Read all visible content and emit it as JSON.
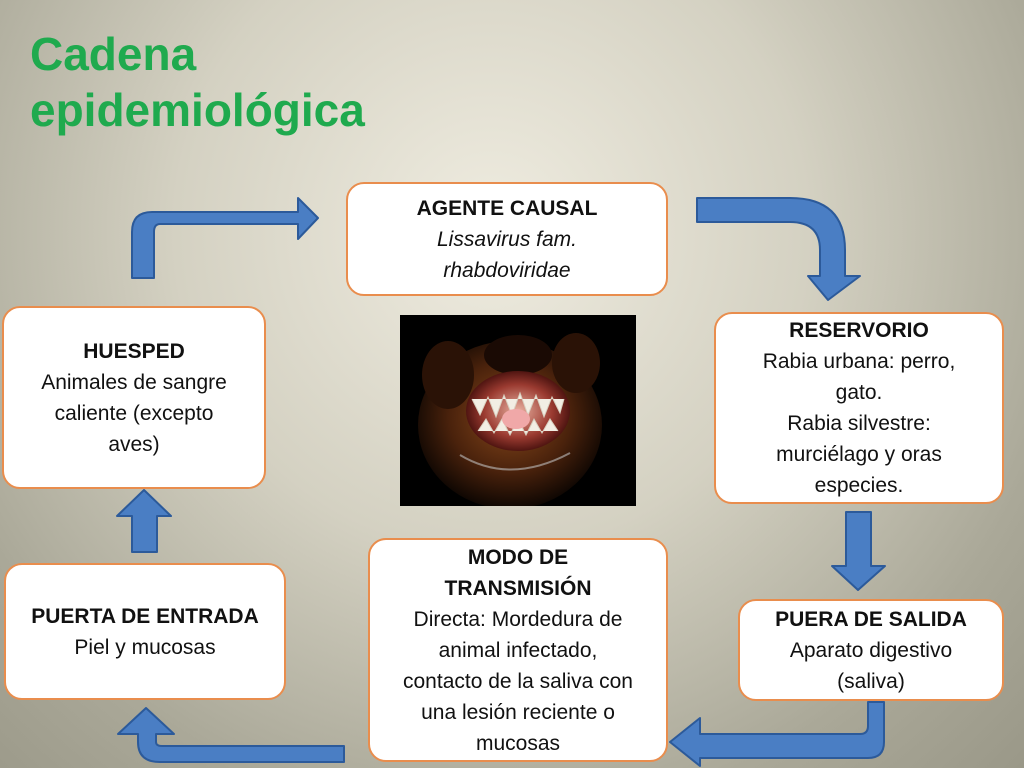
{
  "title": {
    "line1": "Cadena",
    "line2": "epidemiológica"
  },
  "nodes": {
    "agente": {
      "heading": "AGENTE CAUSAL",
      "line1": "Lissavirus fam.",
      "line2": "rhabdoviridae"
    },
    "reservorio": {
      "heading": "RESERVORIO",
      "line1": "Rabia urbana: perro,",
      "line2": "gato.",
      "line3": "Rabia silvestre:",
      "line4": "murciélago y oras",
      "line5": "especies."
    },
    "salida": {
      "heading": "PUERA DE SALIDA",
      "line1": "Aparato digestivo",
      "line2": "(saliva)"
    },
    "modo": {
      "heading1": "MODO DE",
      "heading2": "TRANSMISIÓN",
      "line1": "Directa: Mordedura de",
      "line2": "animal infectado,",
      "line3": "contacto de la saliva con",
      "line4": "una lesión reciente o",
      "line5": "mucosas"
    },
    "entrada": {
      "heading": "PUERTA DE ENTRADA",
      "line1": "Piel y mucosas"
    },
    "huesped": {
      "heading": "HUESPED",
      "line1": "Animales de sangre",
      "line2": "caliente (excepto",
      "line3": "aves)"
    }
  },
  "colors": {
    "title": "#1faa4e",
    "box_border": "#e98d4d",
    "box_fill": "#ffffff",
    "arrow_fill": "#4a7ec4",
    "arrow_stroke": "#2c5a9a"
  },
  "image": {
    "subject": "snarling dog with bared teeth"
  }
}
